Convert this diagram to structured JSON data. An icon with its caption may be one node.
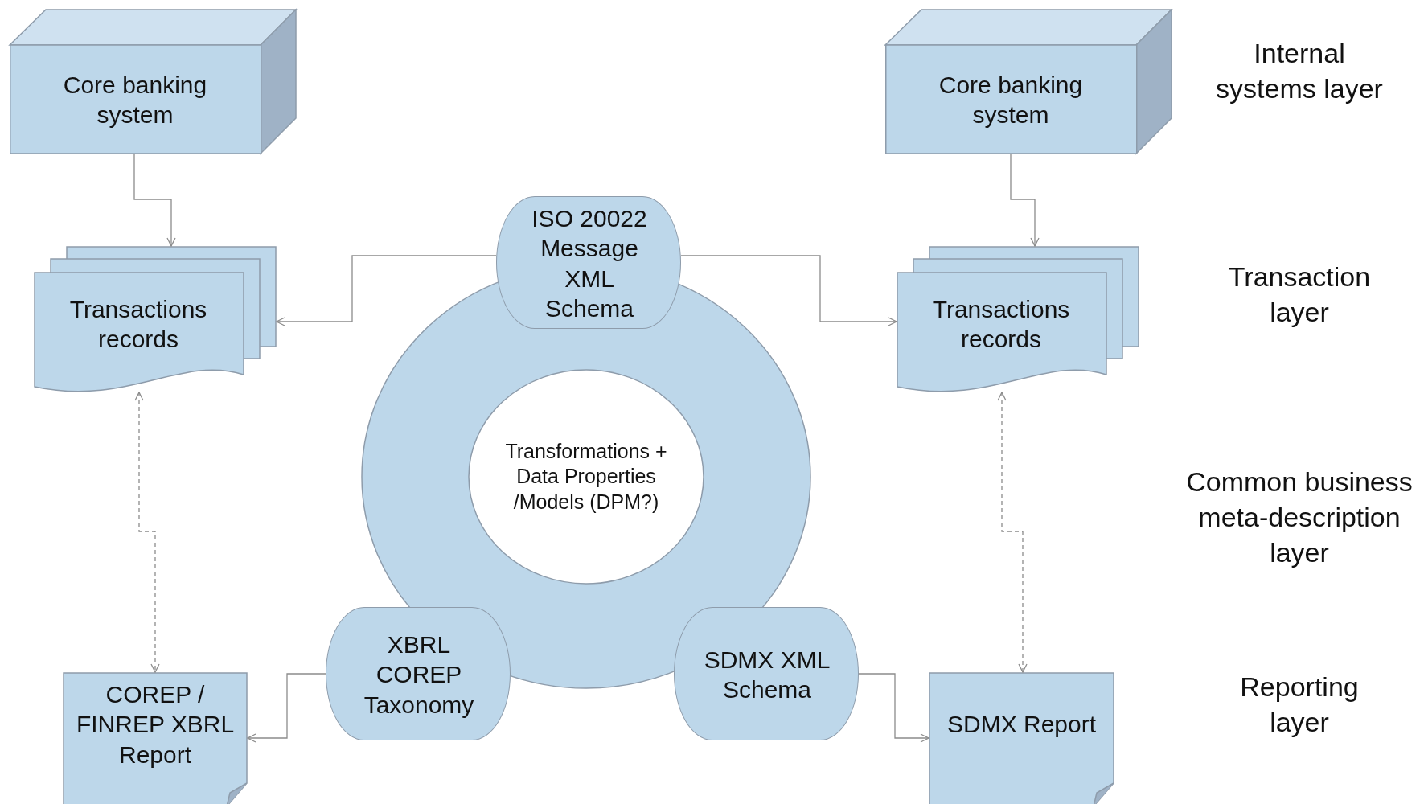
{
  "diagram": {
    "nodes": [
      {
        "text": [
          "Core banking system"
        ]
      },
      {
        "text": [
          "Core banking system"
        ]
      },
      {
        "text": [
          "ISO 20022 Message XML Schema"
        ]
      },
      {
        "text": [
          "Transactions records"
        ]
      },
      {
        "text": [
          "Transactions records"
        ]
      },
      {
        "text": [
          "Transformations + Data Properties /Models (DPM?)"
        ]
      },
      {
        "text": [
          "XBRL COREP Taxonomy"
        ]
      },
      {
        "text": [
          "SDMX XML Schema"
        ]
      },
      {
        "text": [
          "COREP / FINREP XBRL Report"
        ]
      },
      {
        "text": [
          "SDMX Report"
        ]
      }
    ],
    "edges": [
      {
        "from": 0,
        "to": 3,
        "arrow": "to"
      },
      {
        "from": 1,
        "to": 4,
        "arrow": "to"
      },
      {
        "from": 2,
        "to": 3,
        "arrow": "to"
      },
      {
        "from": 2,
        "to": 4,
        "arrow": "to"
      },
      {
        "from": 3,
        "to": 8,
        "arrow": "both",
        "style": "dashed"
      },
      {
        "from": 4,
        "to": 9,
        "arrow": "both",
        "style": "dashed"
      },
      {
        "from": 6,
        "to": 8,
        "arrow": "to"
      },
      {
        "from": 7,
        "to": 9,
        "arrow": "to"
      }
    ],
    "labels": [
      "Internal systems layer",
      "Transaction layer",
      "Common business meta-description layer",
      "Reporting layer"
    ]
  }
}
